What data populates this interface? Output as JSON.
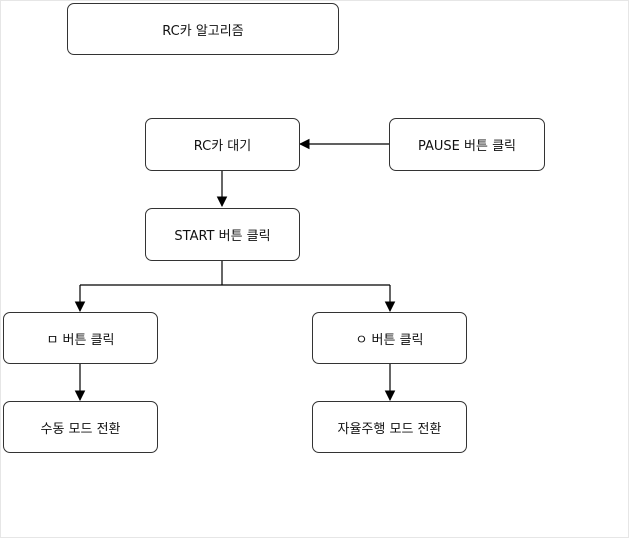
{
  "colors": {
    "line": "#000000",
    "border": "#333333",
    "text": "#111111"
  },
  "nodes": {
    "title": "RC카 알고리즘",
    "wait": "RC카 대기",
    "pause": "PAUSE 버튼 클릭",
    "start": "START 버튼 클릭",
    "square_btn": "ㅁ 버튼 클릭",
    "circle_btn": "ㅇ 버튼 클릭",
    "manual": "수동 모드 전환",
    "auto": "자율주행 모드 전환"
  },
  "edges": [
    {
      "from": "pause",
      "to": "wait"
    },
    {
      "from": "wait",
      "to": "start"
    },
    {
      "from": "start",
      "to": "square_btn"
    },
    {
      "from": "start",
      "to": "circle_btn"
    },
    {
      "from": "square_btn",
      "to": "manual"
    },
    {
      "from": "circle_btn",
      "to": "auto"
    }
  ]
}
